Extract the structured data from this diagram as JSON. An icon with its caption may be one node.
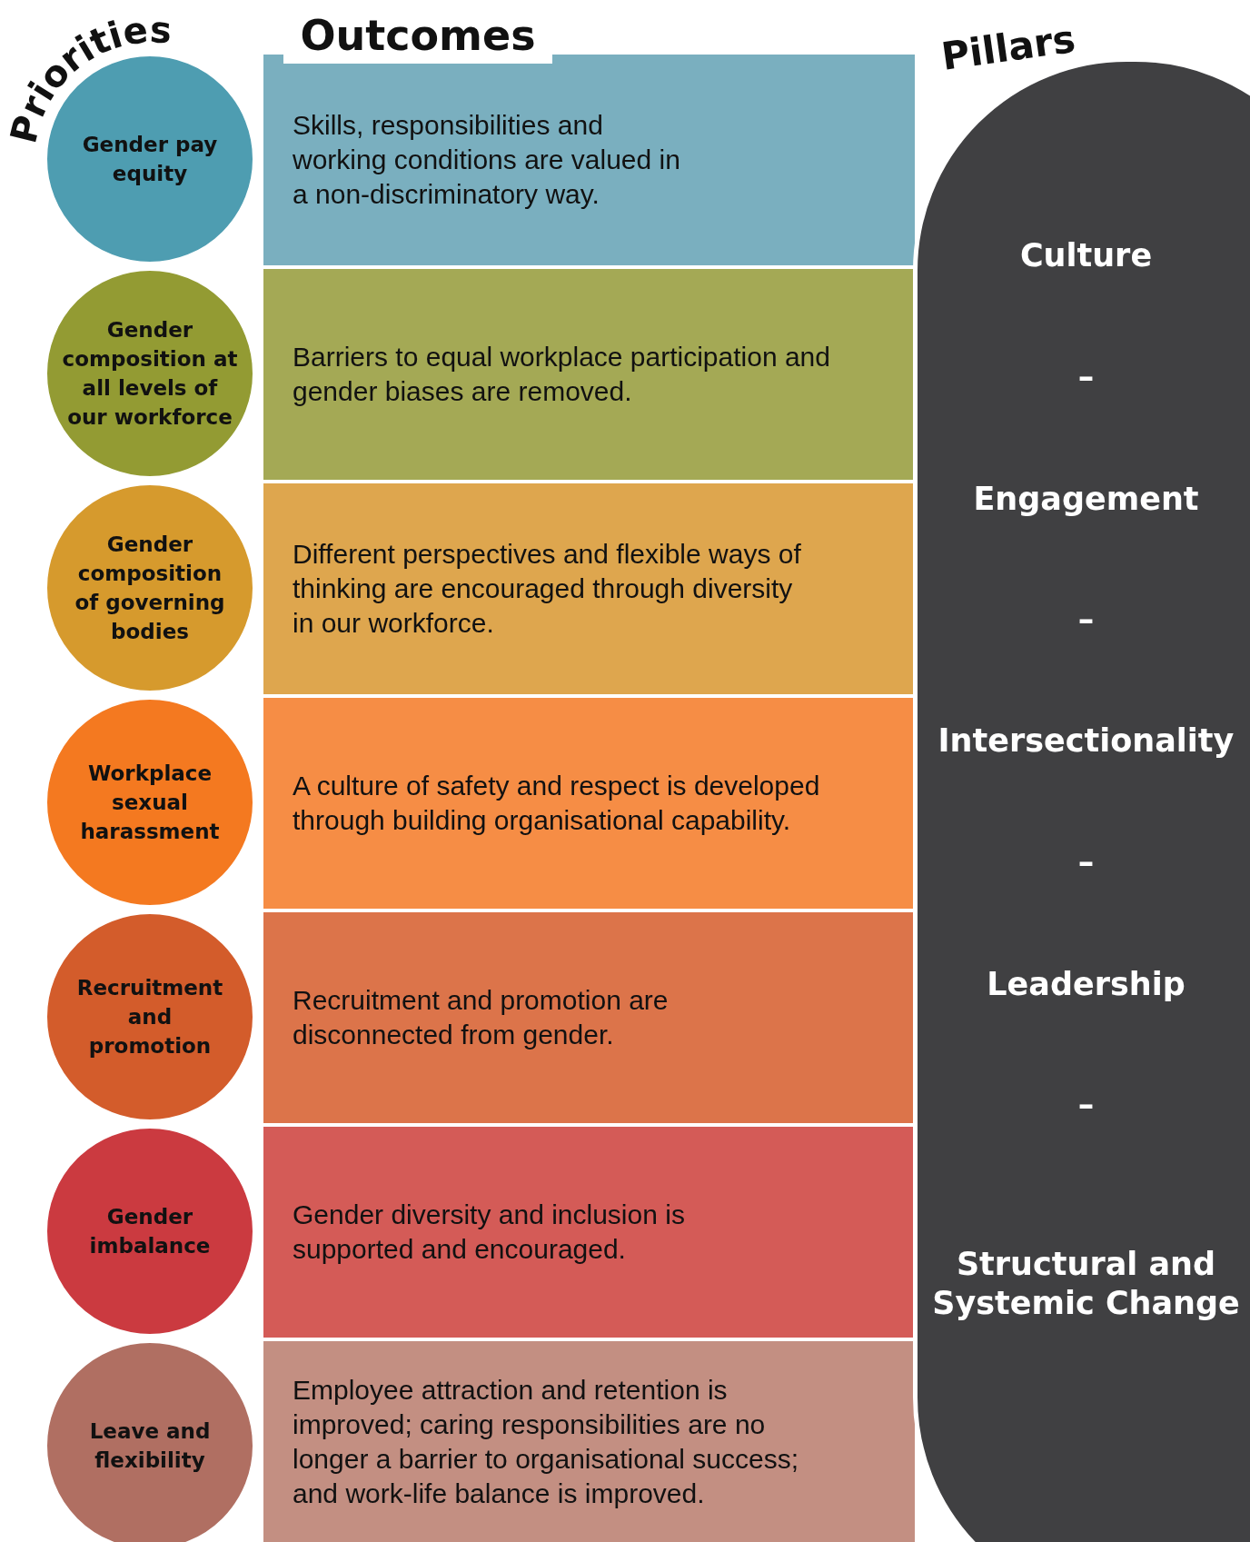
{
  "diagram": {
    "nodes": [
      {
        "text": [
          "Gender pay equity"
        ]
      },
      {
        "text": [
          "Skills, responsibilities and working conditions are valued in a non-discriminatory way."
        ]
      },
      {
        "text": [
          "Gender composition at all levels of our workforce"
        ]
      },
      {
        "text": [
          "Barriers to equal workplace participation and gender biases are removed."
        ]
      },
      {
        "text": [
          "Gender composition of governing bodies"
        ]
      },
      {
        "text": [
          "Different perspectives and flexible ways of thinking are encouraged through diversity in our workforce."
        ]
      },
      {
        "text": [
          "Workplace sexual harassment"
        ]
      },
      {
        "text": [
          "A culture of safety and respect is developed through building organisational capability."
        ]
      },
      {
        "text": [
          "Recruitment and promotion"
        ]
      },
      {
        "text": [
          "Recruitment and promotion are disconnected from gender."
        ]
      },
      {
        "text": [
          "Gender imbalance"
        ]
      },
      {
        "text": [
          "Gender diversity and inclusion is supported and encouraged."
        ]
      },
      {
        "text": [
          "Leave and flexibility"
        ]
      },
      {
        "text": [
          "Employee attraction and retention is improved; caring responsibilities are no longer a barrier to organisational success; and work-life balance is improved."
        ]
      },
      {
        "text": [
          "Culture",
          "–",
          "Engagement",
          "–",
          "Intersectionality",
          "–",
          "Leadership",
          "–",
          "Structural and Systemic Change"
        ]
      }
    ],
    "edges": [],
    "labels": [
      "Priorities",
      "Outcomes",
      "Pillars"
    ]
  }
}
